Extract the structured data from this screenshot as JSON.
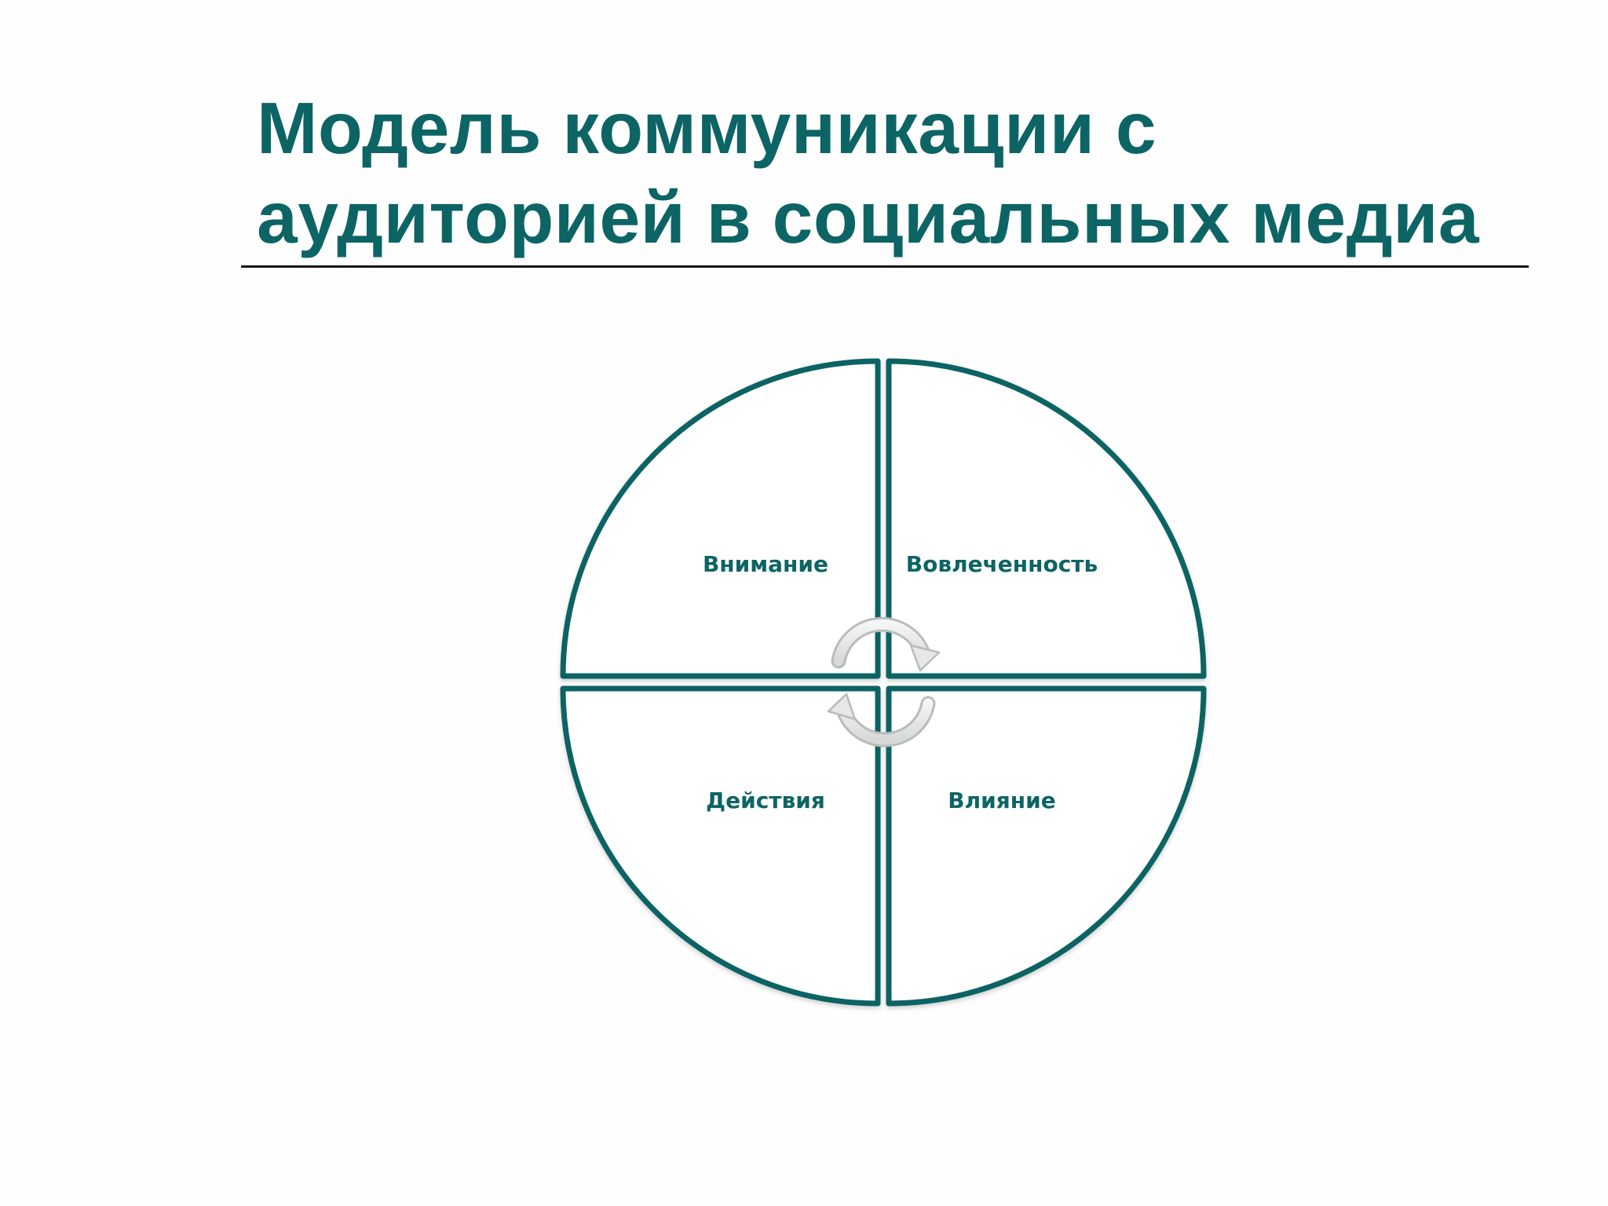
{
  "slide": {
    "title_line_1": "Модель коммуникации с",
    "title_line_2": "аудиторией в социальных медиа"
  },
  "diagram": {
    "quadrants": [
      {
        "id": "top-left",
        "label": "Внимание"
      },
      {
        "id": "top-right",
        "label": "Вовлеченность"
      },
      {
        "id": "bottom-left",
        "label": "Действия"
      },
      {
        "id": "bottom-right",
        "label": "Влияние"
      }
    ]
  },
  "colors": {
    "accent": "#0d6464",
    "rule": "#151515",
    "cycle_arrows": "#d8dada"
  },
  "icons": [
    "cycle-arrow-top-icon",
    "cycle-arrow-bottom-icon"
  ]
}
